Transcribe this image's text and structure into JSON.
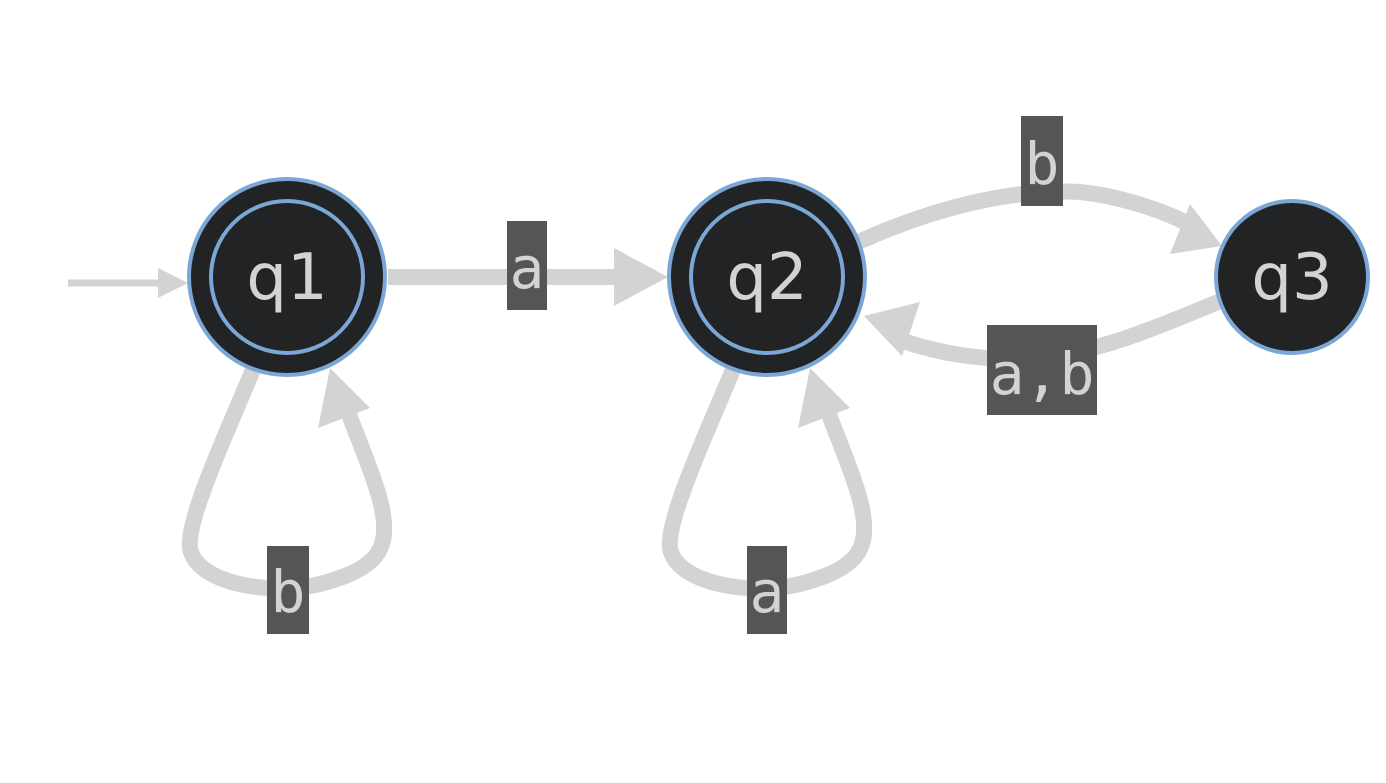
{
  "diagram": {
    "type": "state-machine",
    "colors": {
      "background": "#ffffff",
      "state_fill": "#212324",
      "state_border": "#7aa7d4",
      "edge": "#d3d3d3",
      "label_bg": "#555555",
      "label_text": "#d3d3d3"
    },
    "states": [
      {
        "id": "q1",
        "label": "q1",
        "accepting": true,
        "initial": true
      },
      {
        "id": "q2",
        "label": "q2",
        "accepting": true,
        "initial": false
      },
      {
        "id": "q3",
        "label": "q3",
        "accepting": false,
        "initial": false
      }
    ],
    "transitions": [
      {
        "id": "q1-q1",
        "from": "q1",
        "to": "q1",
        "label": "b"
      },
      {
        "id": "q1-q2",
        "from": "q1",
        "to": "q2",
        "label": "a"
      },
      {
        "id": "q2-q2",
        "from": "q2",
        "to": "q2",
        "label": "a"
      },
      {
        "id": "q2-q3",
        "from": "q2",
        "to": "q3",
        "label": "b"
      },
      {
        "id": "q3-q2",
        "from": "q3",
        "to": "q2",
        "label": "a,b"
      }
    ]
  }
}
